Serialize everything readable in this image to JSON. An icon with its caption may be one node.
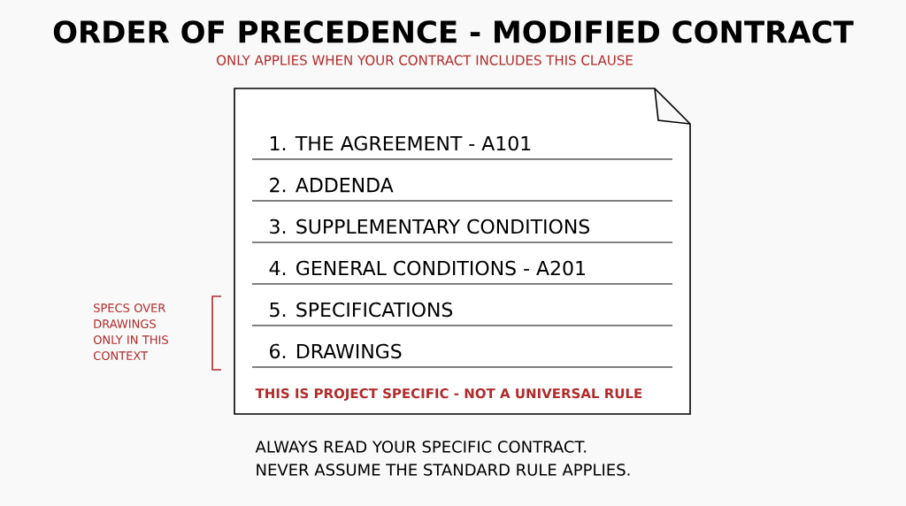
{
  "diagram": {
    "title": "ORDER OF PRECEDENCE - MODIFIED CONTRACT",
    "nodes": [
      {
        "text": [
          "1.  THE AGREEMENT - A101",
          "2.  ADDENDA",
          "3.  SUPPLEMENTARY CONDITIONS",
          "4.  GENERAL CONDITIONS - A201",
          "5.  SPECIFICATIONS",
          "6.  DRAWINGS",
          "THIS IS PROJECT SPECIFIC - NOT A UNIVERSAL RULE"
        ]
      }
    ],
    "labels": [
      "ONLY APPLIES WHEN YOUR CONTRACT INCLUDES THIS CLAUSE",
      "SPECS OVER DRAWINGS ONLY IN THIS CONTEXT",
      "ALWAYS READ YOUR SPECIFIC CONTRACT.",
      "NEVER ASSUME THE STANDARD RULE APPLIES."
    ]
  }
}
